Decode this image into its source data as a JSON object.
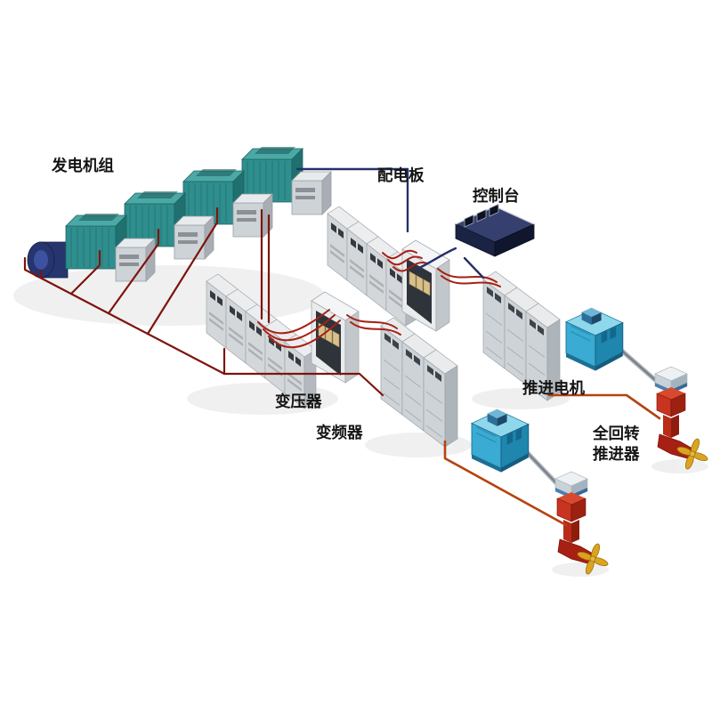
{
  "diagram": {
    "background": "#ffffff",
    "labels": {
      "generators": "发电机组",
      "switchboard": "配电板",
      "console": "控制台",
      "transformer": "变压器",
      "converter": "变频器",
      "motor": "推进电机",
      "thruster_line1": "全回转",
      "thruster_line2": "推进器"
    },
    "colors": {
      "power_cable_red": "#7d140d",
      "branch_cable_red": "#a62014",
      "feeder_cable_orange": "#b5430f",
      "control_cable_blue": "#26306b",
      "generator_teal": "#2f8e8e",
      "generator_flywheel_navy": "#26356e",
      "cabinet_gray": "#ced3d7",
      "console_navy": "#1b2344",
      "motor_blue": "#3aabd2",
      "thruster_red": "#c8341f",
      "propeller_gold": "#dca41e"
    },
    "components": [
      {
        "id": "generator-set",
        "label_key": "generators",
        "count": 4
      },
      {
        "id": "main-switchboard",
        "label_key": "switchboard",
        "count": 2
      },
      {
        "id": "control-console",
        "label_key": "console",
        "count": 1
      },
      {
        "id": "transformer",
        "label_key": "transformer",
        "count": 2
      },
      {
        "id": "frequency-converter",
        "label_key": "converter",
        "count": 2
      },
      {
        "id": "propulsion-motor",
        "label_key": "motor",
        "count": 2
      },
      {
        "id": "azimuth-thruster",
        "label_key": "thruster_line1",
        "count": 2
      }
    ]
  }
}
